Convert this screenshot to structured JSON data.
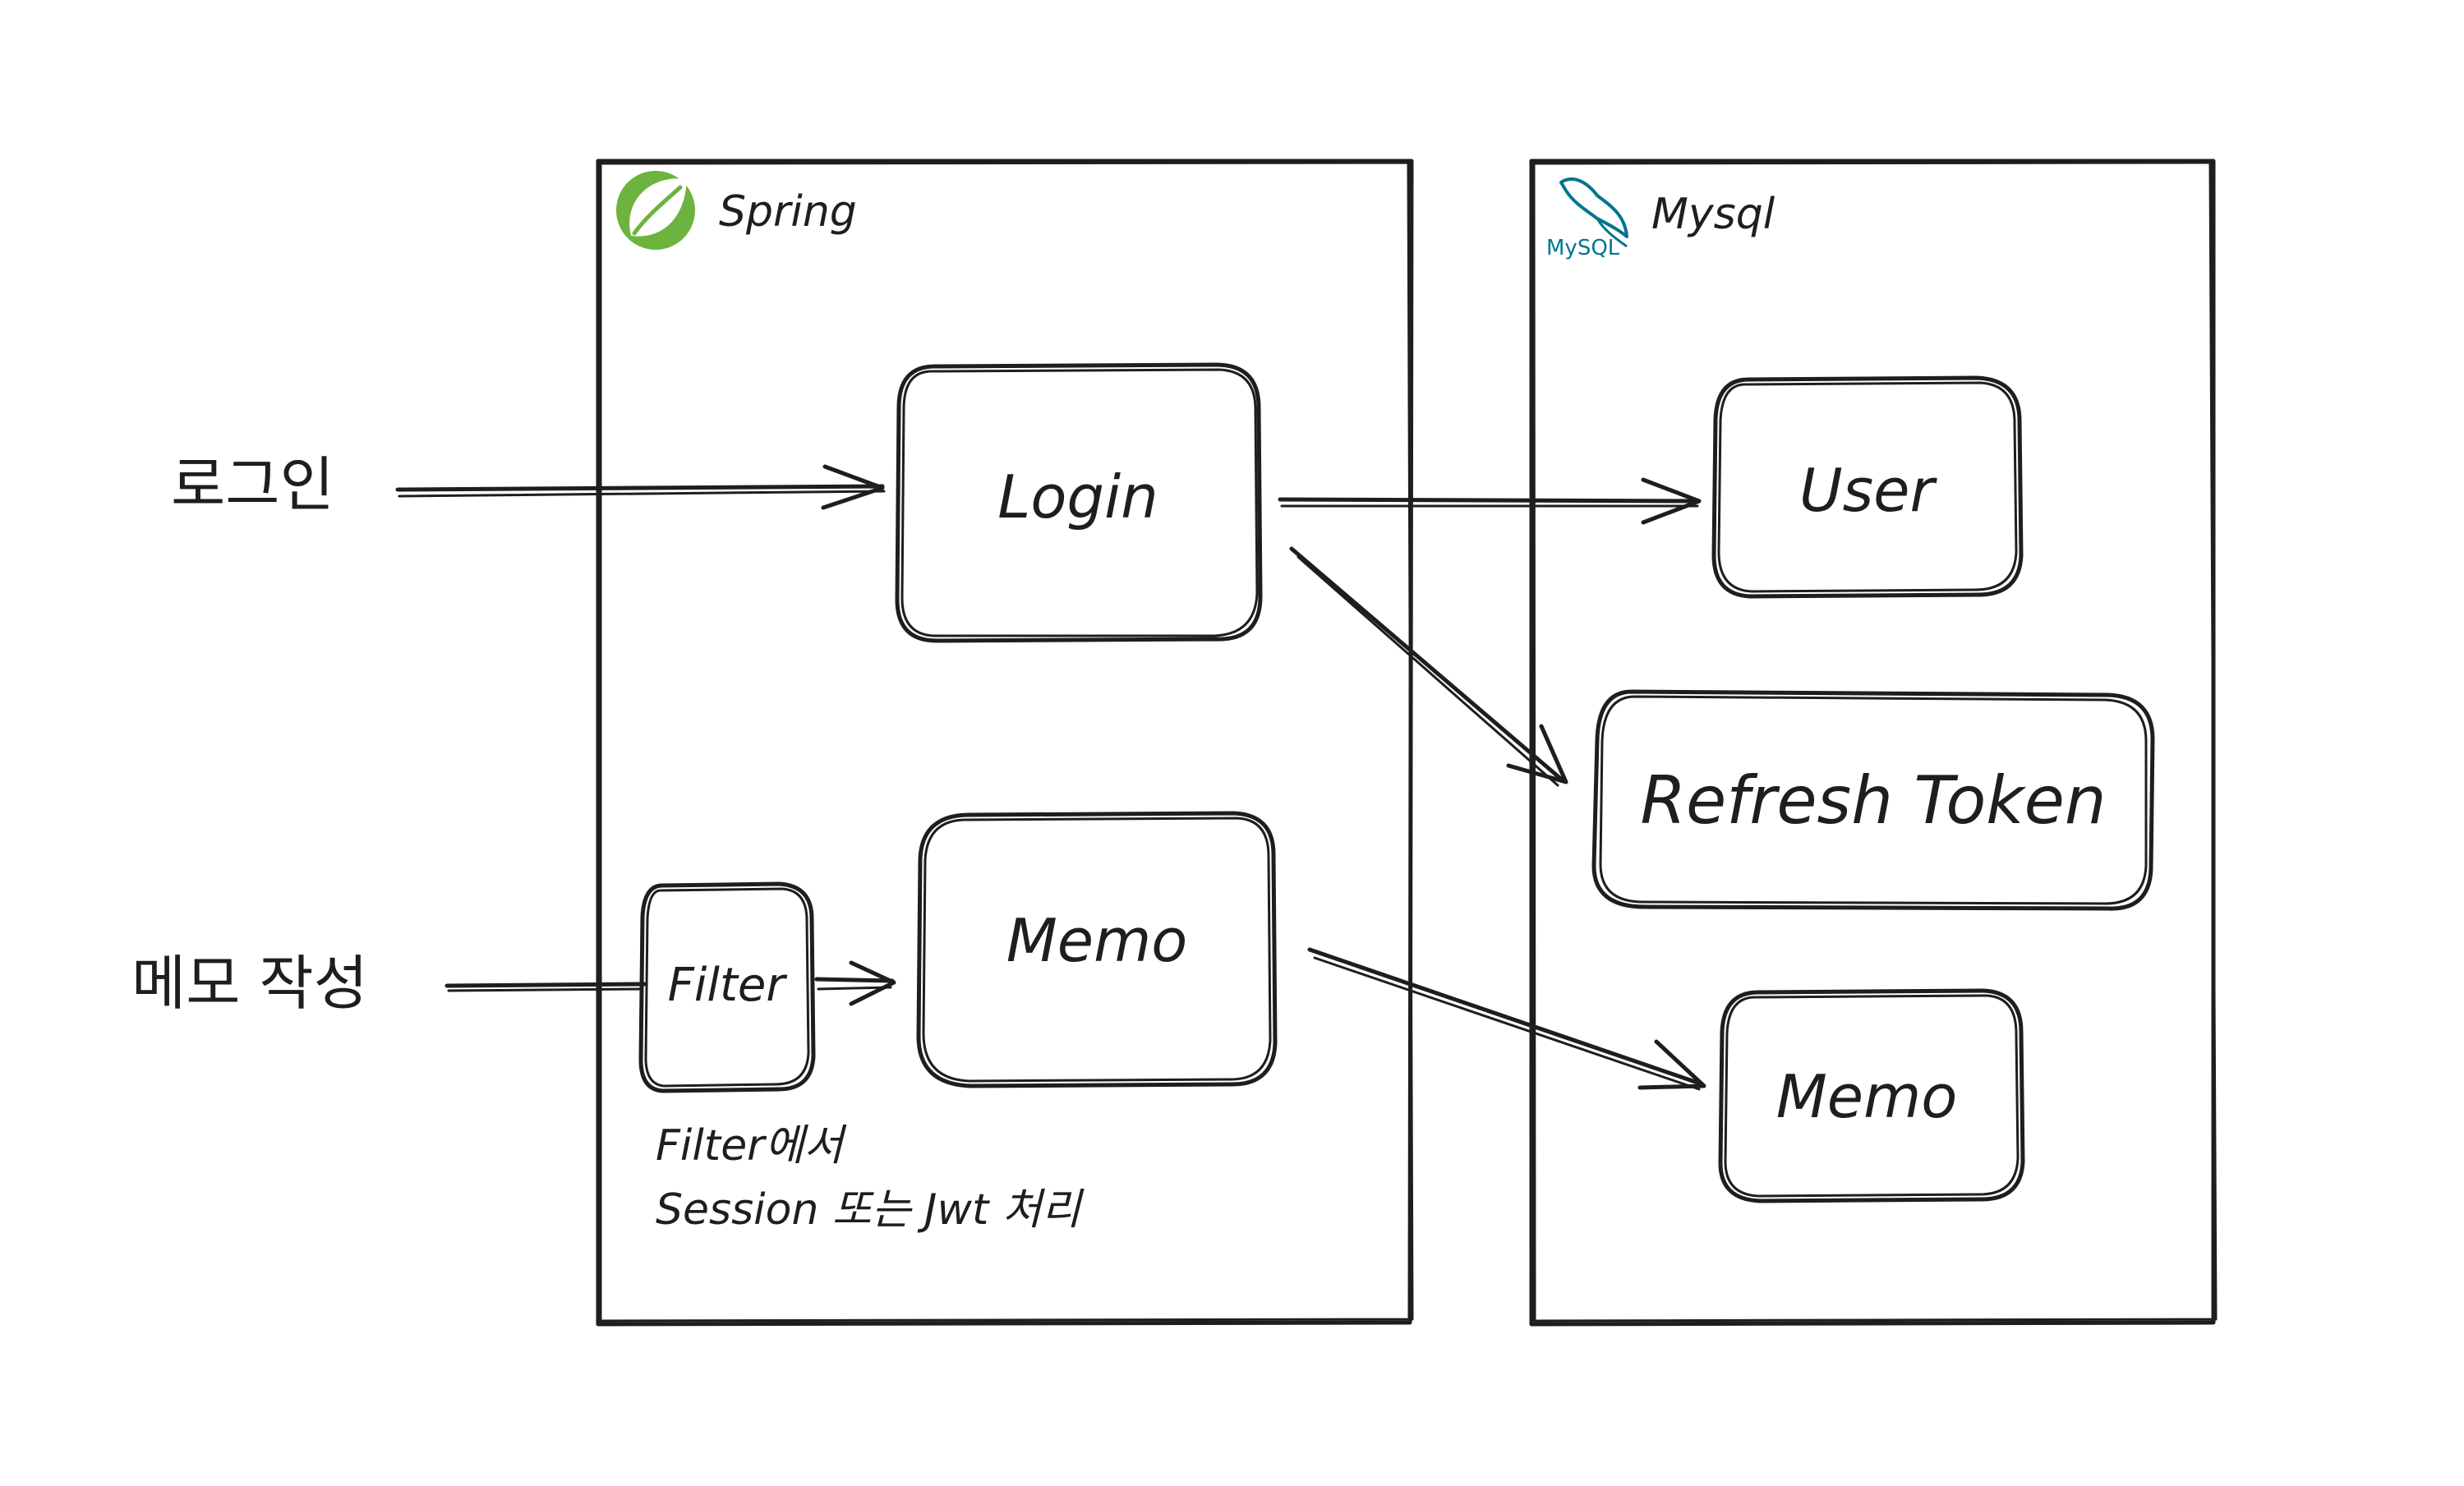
{
  "inputs": {
    "login": "로그인",
    "memo_write": "메모 작성"
  },
  "spring": {
    "title": "Spring",
    "logo_icon": "spring-leaf-icon",
    "logo_color": "#6db33f",
    "login_box": "Login",
    "filter_box": "Filter",
    "memo_box": "Memo",
    "note_line1": "Filter에서",
    "note_line2": "Session 또는 Jwt 처리"
  },
  "mysql": {
    "title": "Mysql",
    "logo_icon": "mysql-dolphin-icon",
    "logo_text": "MySQL",
    "logo_text_color": "#00758f",
    "logo_accent_color": "#f29111",
    "user_box": "User",
    "refresh_token_box": "Refresh Token",
    "memo_box": "Memo"
  }
}
